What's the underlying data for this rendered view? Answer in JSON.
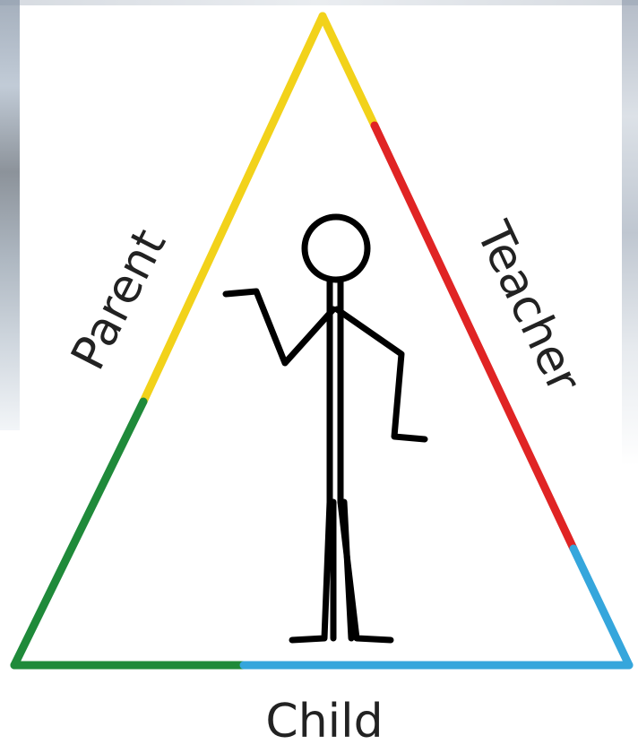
{
  "labels": {
    "left": "Parent",
    "right": "Teacher",
    "bottom": "Child"
  },
  "colors": {
    "yellow": "#f2d21a",
    "red": "#e02424",
    "green": "#1f8a3a",
    "blue": "#35a6dc",
    "figure": "#000000",
    "text": "#222222"
  }
}
